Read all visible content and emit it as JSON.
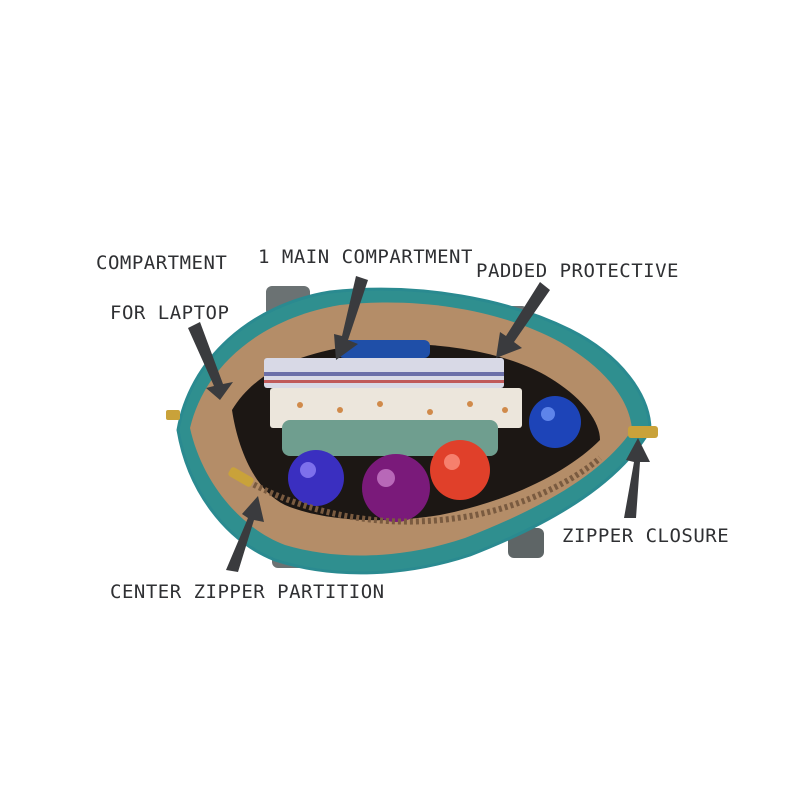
{
  "annotations": {
    "laptop_line1": "COMPARTMENT",
    "laptop_line2": "FOR LAPTOP",
    "main_compartment": "1 MAIN COMPARTMENT",
    "padded_protective": "PADDED PROTECTIVE",
    "zipper_closure": "ZIPPER CLOSURE",
    "center_zipper": "CENTER ZIPPER PARTITION"
  },
  "colors": {
    "bag_teal": "#2f8f8f",
    "lining_tan": "#b48d68",
    "handle_gray": "#6b7273",
    "arrow_dark": "#3a3b3e",
    "zipper_gold": "#c9a23a"
  },
  "icons": {
    "arrow": "arrow-icon",
    "zipper_pull": "zipper-pull-icon"
  }
}
